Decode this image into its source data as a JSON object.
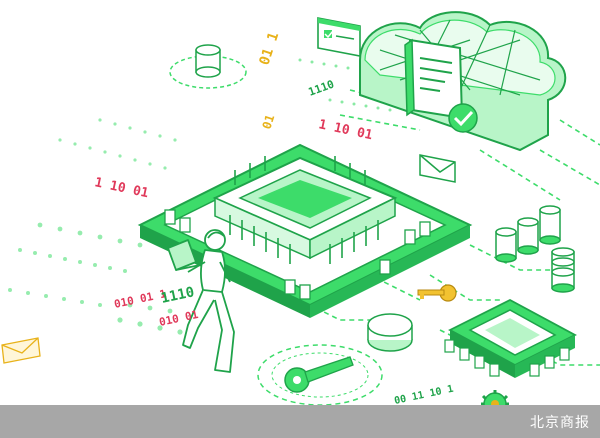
{
  "binary_labels": [
    {
      "text": "01 1"
    },
    {
      "text": "1110"
    },
    {
      "text": "01"
    },
    {
      "text": "1 10 01"
    },
    {
      "text": "1 10 01"
    },
    {
      "text": "010 01 1"
    },
    {
      "text": "1110"
    },
    {
      "text": "010 01"
    },
    {
      "text": "00 11 10 1"
    }
  ],
  "watermark": {
    "text": "北京商报"
  },
  "colors": {
    "primary_green": "#3ddc6a",
    "light_green": "#b8f5c8",
    "dark_green": "#1fa34a",
    "red_digits": "#e0395a",
    "yellow_digits": "#e8b21a",
    "yellow_key": "#f2c230",
    "footer_band": "#a7a7a7"
  }
}
